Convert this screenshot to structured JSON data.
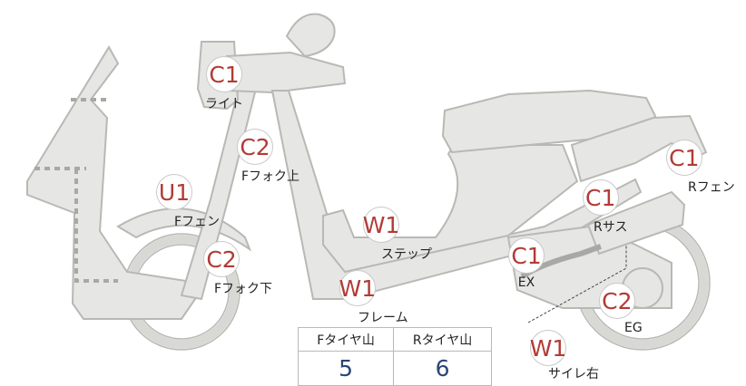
{
  "callouts": [
    {
      "id": "light",
      "code": "C1",
      "label": "ライト"
    },
    {
      "id": "f-fork-upper",
      "code": "C2",
      "label": "Fフォク上"
    },
    {
      "id": "f-fender",
      "code": "U1",
      "label": "Fフェン"
    },
    {
      "id": "f-fork-lower",
      "code": "C2",
      "label": "Fフォク下"
    },
    {
      "id": "step",
      "code": "W1",
      "label": "ステップ"
    },
    {
      "id": "frame",
      "code": "W1",
      "label": "フレーム"
    },
    {
      "id": "exhaust",
      "code": "C1",
      "label": "EX"
    },
    {
      "id": "r-suspension",
      "code": "C1",
      "label": "Rサス"
    },
    {
      "id": "r-fender",
      "code": "C1",
      "label": "Rフェン"
    },
    {
      "id": "engine",
      "code": "C2",
      "label": "EG"
    },
    {
      "id": "muffler-right",
      "code": "W1",
      "label": "サイレ右"
    }
  ],
  "tread_table": {
    "headers": [
      "Fタイヤ山",
      "Rタイヤ山"
    ],
    "values": [
      "5",
      "6"
    ]
  },
  "colors": {
    "code_red": "#b23b35",
    "value_blue": "#2a4675",
    "body_fill": "#e6e6e4",
    "outline": "#b8b8b4"
  }
}
